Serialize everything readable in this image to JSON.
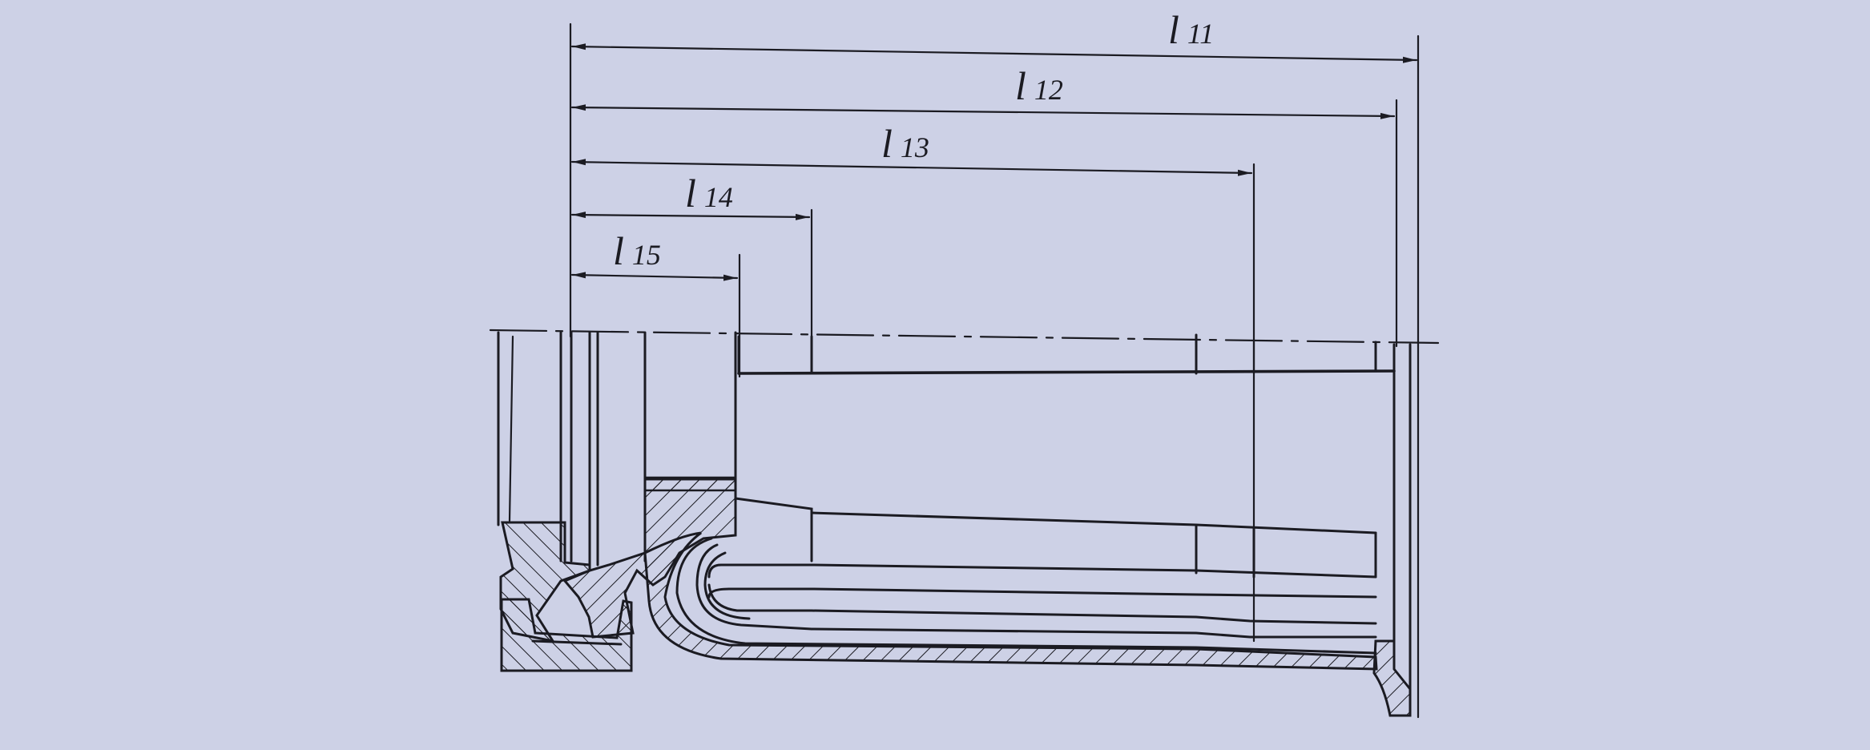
{
  "dimensions": [
    {
      "id": "l11",
      "letter": "l",
      "subscript": "11"
    },
    {
      "id": "l12",
      "letter": "l",
      "subscript": "12"
    },
    {
      "id": "l13",
      "letter": "l",
      "subscript": "13"
    },
    {
      "id": "l14",
      "letter": "l",
      "subscript": "14"
    },
    {
      "id": "l15",
      "letter": "l",
      "subscript": "15"
    }
  ]
}
